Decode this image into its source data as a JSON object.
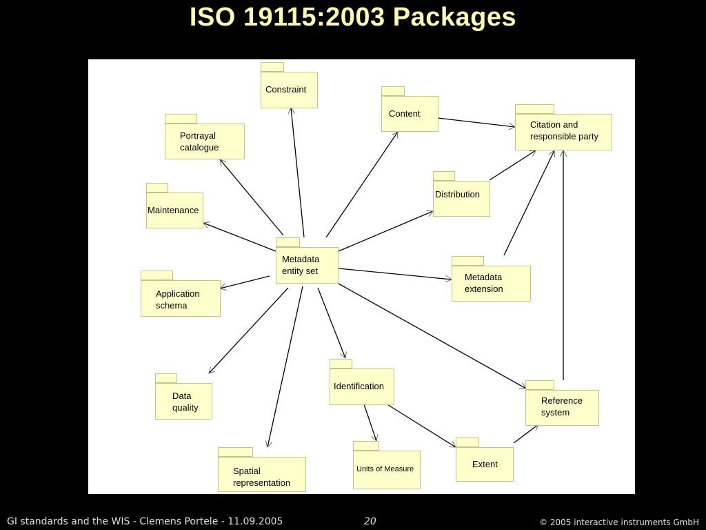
{
  "title": "ISO 19115:2003 Packages",
  "packages": {
    "constraint": "Constraint",
    "content": "Content",
    "citation": "Citation and\nresponsible party",
    "portrayal": "Portrayal\ncatalogue",
    "maintenance": "Maintenance",
    "distribution": "Distribution",
    "metadata_entity_set": "Metadata\nentity set",
    "metadata_extension": "Metadata\nextension",
    "application_schema": "Application\nschema",
    "data_quality": "Data\nquality",
    "identification": "Identification",
    "reference_system": "Reference\nsystem",
    "units_of_measure": "Units of Measure",
    "extent": "Extent",
    "spatial_representation": "Spatial\nrepresentation"
  },
  "footer": {
    "left": "GI standards and the WIS - Clemens Portele  -  11.09.2005",
    "page_number": "20",
    "copyright": "© 2005 interactive instruments GmbH"
  },
  "colors": {
    "package_fill": "#ffffcc",
    "package_border": "#c8c28a",
    "title": "#fffbb0",
    "background": "#000000"
  }
}
